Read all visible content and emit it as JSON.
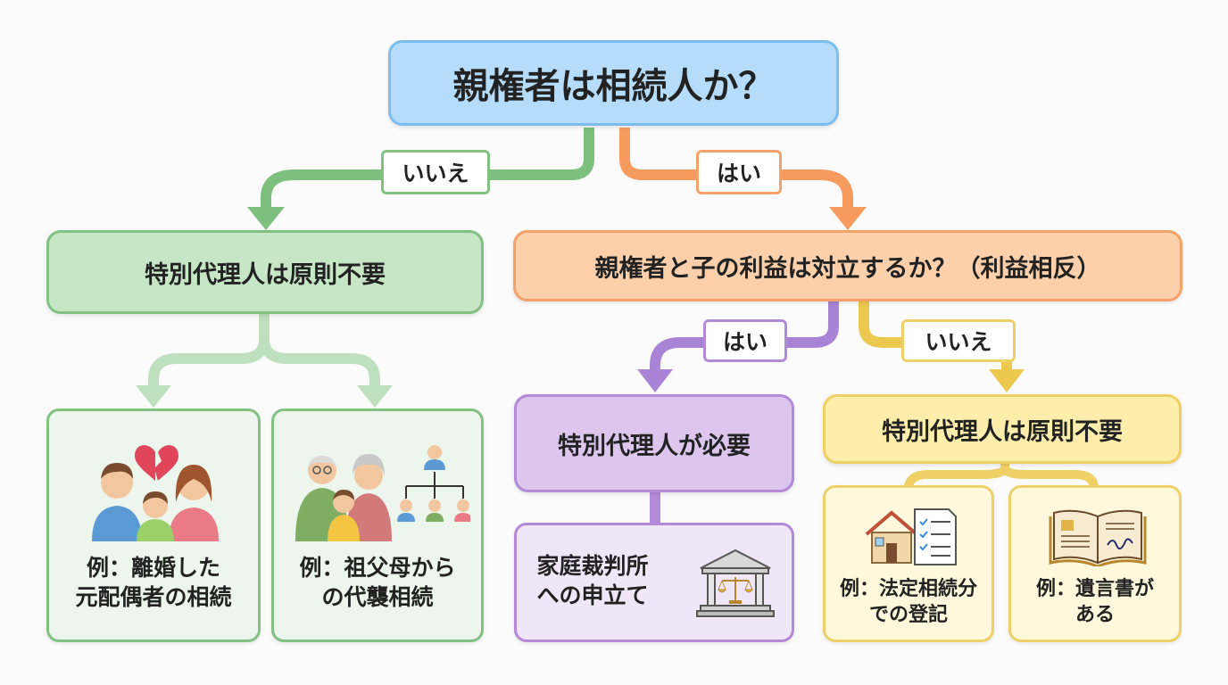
{
  "root": {
    "question": "親権者は相続人か？"
  },
  "branch_left": {
    "label": "いいえ",
    "result": "特別代理人は原則不要",
    "examples": [
      {
        "text": "例：離婚した\n元配偶者の相続",
        "icon": "divorced-family-icon"
      },
      {
        "text": "例：祖父母から\nの代襲相続",
        "icon": "grandparents-succession-icon"
      }
    ]
  },
  "branch_right": {
    "label": "はい",
    "question": "親権者と子の利益は対立するか？（利益相反）",
    "yes": {
      "label": "はい",
      "result": "特別代理人が必要",
      "action": "家庭裁判所\nへの申立て",
      "icon": "courthouse-icon"
    },
    "no": {
      "label": "いいえ",
      "result": "特別代理人は原則不要",
      "examples": [
        {
          "text": "例：法定相続分\nでの登記",
          "icon": "house-document-icon"
        },
        {
          "text": "例：遺言書が\nある",
          "icon": "will-book-icon"
        }
      ]
    }
  },
  "colors": {
    "blue_fill": "#b5dcfa",
    "blue_border": "#7cbdee",
    "green_fill": "#c6e6c6",
    "green_border": "#83c183",
    "green_arrow": "#7dbf7d",
    "green_light_arrow": "#bfe0bf",
    "green_example_fill": "#ecf6ec",
    "orange_fill": "#fcd0ab",
    "orange_border": "#f5a26a",
    "orange_arrow": "#f79a5e",
    "purple_fill": "#dcc6ee",
    "purple_border": "#b48ad8",
    "purple_arrow": "#a883d6",
    "purple_example_fill": "#efe6f8",
    "yellow_fill": "#fdeeab",
    "yellow_border": "#efd066",
    "yellow_arrow": "#ecc84e",
    "yellow_example_fill": "#fff8dc"
  }
}
